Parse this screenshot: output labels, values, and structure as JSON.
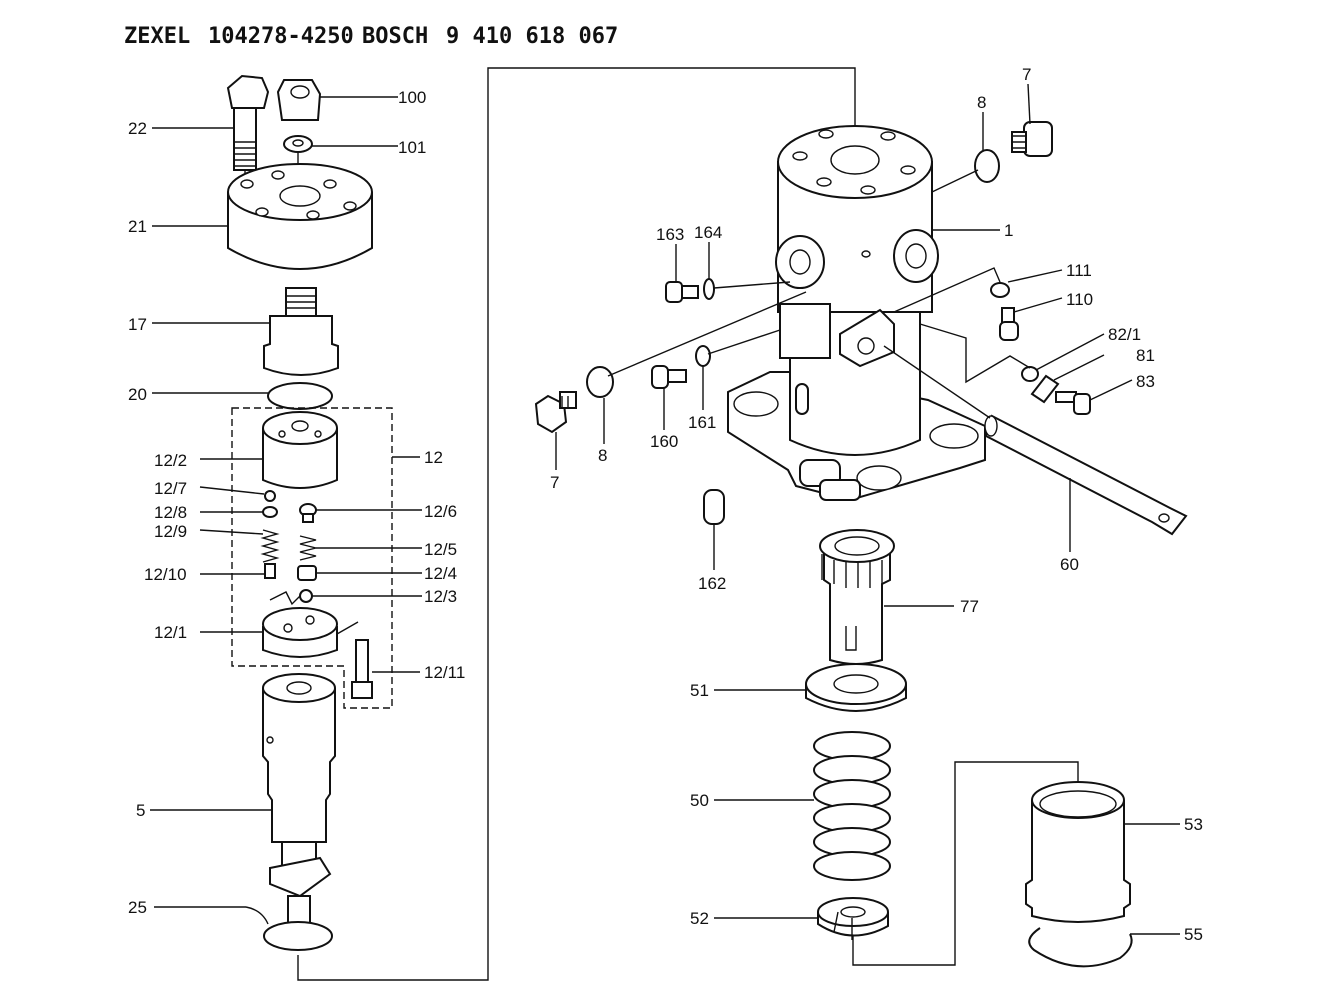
{
  "header": {
    "brand1": "ZEXEL",
    "part1": "104278-4250",
    "brand2": "BOSCH",
    "part2": "9 410 618 067"
  },
  "labels": {
    "n7a": "7",
    "n8a": "8",
    "n1": "1",
    "n163": "163",
    "n164": "164",
    "n111": "111",
    "n110": "110",
    "n82_1": "82/1",
    "n81": "81",
    "n83": "83",
    "n7b": "7",
    "n8b": "8",
    "n160": "160",
    "n161": "161",
    "n162": "162",
    "n60": "60",
    "n77": "77",
    "n51": "51",
    "n50": "50",
    "n52": "52",
    "n53": "53",
    "n55": "55",
    "n22": "22",
    "n100": "100",
    "n101": "101",
    "n21": "21",
    "n17": "17",
    "n20": "20",
    "n12_2": "12/2",
    "n12": "12",
    "n12_7": "12/7",
    "n12_8": "12/8",
    "n12_6": "12/6",
    "n12_9": "12/9",
    "n12_5": "12/5",
    "n12_10": "12/10",
    "n12_4": "12/4",
    "n12_3": "12/3",
    "n12_1": "12/1",
    "n12_11": "12/11",
    "n5": "5",
    "n25": "25"
  }
}
